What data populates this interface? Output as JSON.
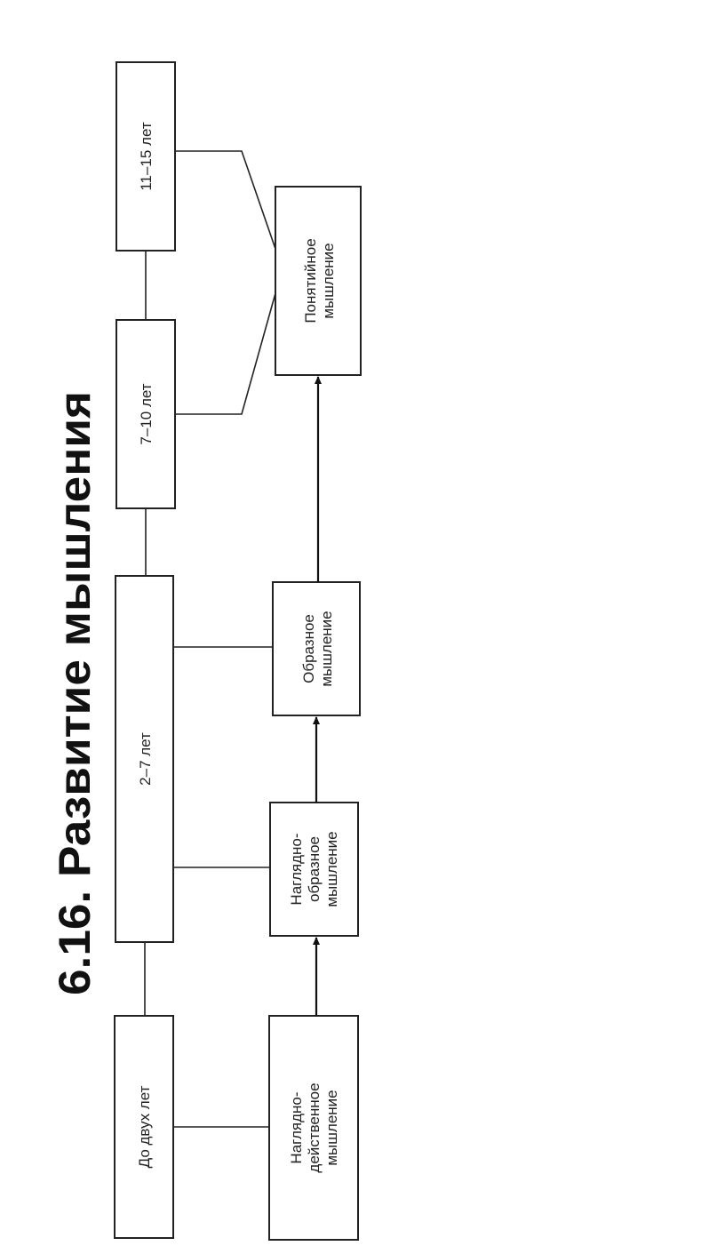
{
  "title": "6.16. Развитие мышления",
  "ages": {
    "a1": "До двух лет",
    "a2": "2–7 лет",
    "a3": "7–10 лет",
    "a4": "11–15 лет"
  },
  "stages": {
    "s1": [
      "Наглядно-",
      "действенное",
      "мышление"
    ],
    "s2": [
      "Наглядно-",
      "образное",
      "мышление"
    ],
    "s3": [
      "Образное",
      "мышление"
    ],
    "s4": [
      "Понятийное",
      "мышление"
    ]
  }
}
